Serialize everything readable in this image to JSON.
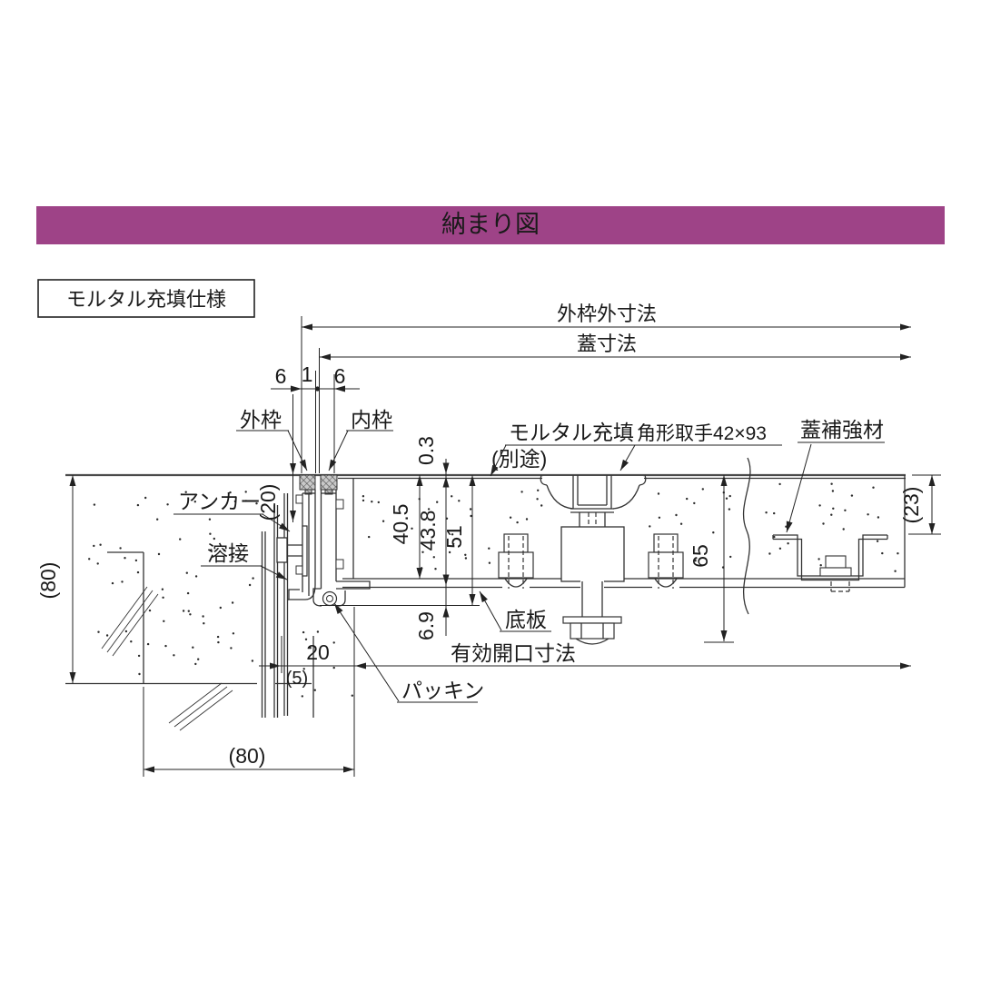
{
  "banner": {
    "title": "納まり図",
    "bg": "#9e4387",
    "fg": "#ffffff"
  },
  "spec_box": {
    "label": "モルタル充填仕様"
  },
  "labels": {
    "outer_frame": "外枠",
    "inner_frame": "内枠",
    "anchor": "アンカー",
    "weld": "溶接",
    "mortar_fill": "モルタル充填",
    "mortar_fill_note": "(別途)",
    "square_handle": "角形取手42×93",
    "lid_reinforcement": "蓋補強材",
    "bottom_plate": "底板",
    "packing": "パッキン"
  },
  "dims": {
    "outer_span": "外枠外寸法",
    "lid_span": "蓋寸法",
    "gap_left": "6",
    "gap_mid": "1",
    "gap_right": "6",
    "t20": "(20)",
    "t0_3": "0.3",
    "t40_5": "40.5",
    "t43_8": "43.8",
    "t51": "51",
    "t6_9": "6.9",
    "t65": "65",
    "t23": "(23)",
    "t80_side": "(80)",
    "t20b": "20",
    "t5": "(5)",
    "t80_bottom": "(80)",
    "opening": "有効開口寸法"
  }
}
